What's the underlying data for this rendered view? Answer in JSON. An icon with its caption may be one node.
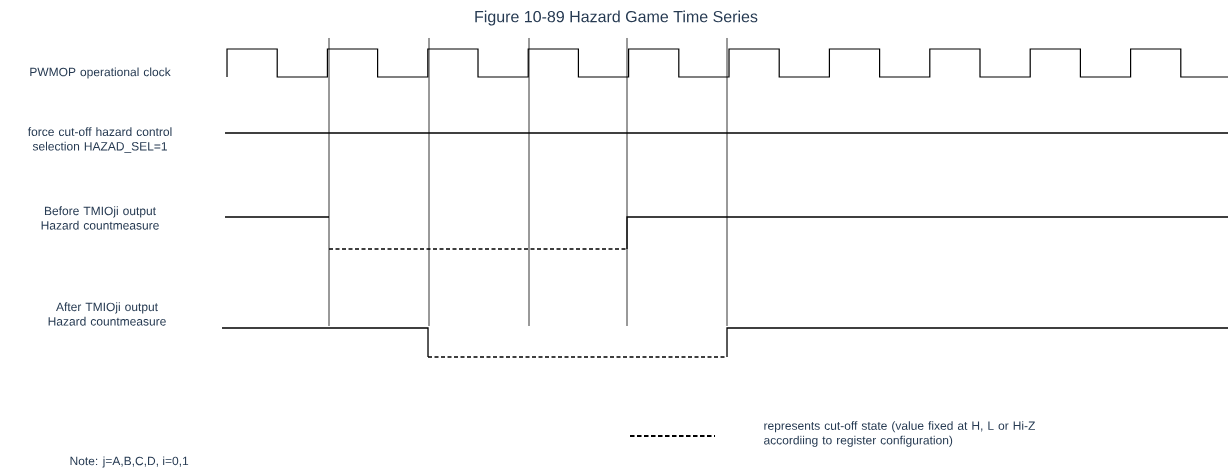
{
  "diagram": {
    "title": "Figure 10-89 Hazard Game Time Series",
    "labels": [
      "PWMOP operational clock",
      "force cut-off hazard control selection HAZAD_SEL=1",
      "Before TMIOji output Hazard countmeasure",
      "After TMIOji output Hazard countmeasure",
      "Note: j=A,B,C,D, i=0,1"
    ],
    "legend": [
      {
        "text": "represents cut-off state (value fixed at H, L or Hi-Z accordiing to register configuration)"
      }
    ]
  }
}
